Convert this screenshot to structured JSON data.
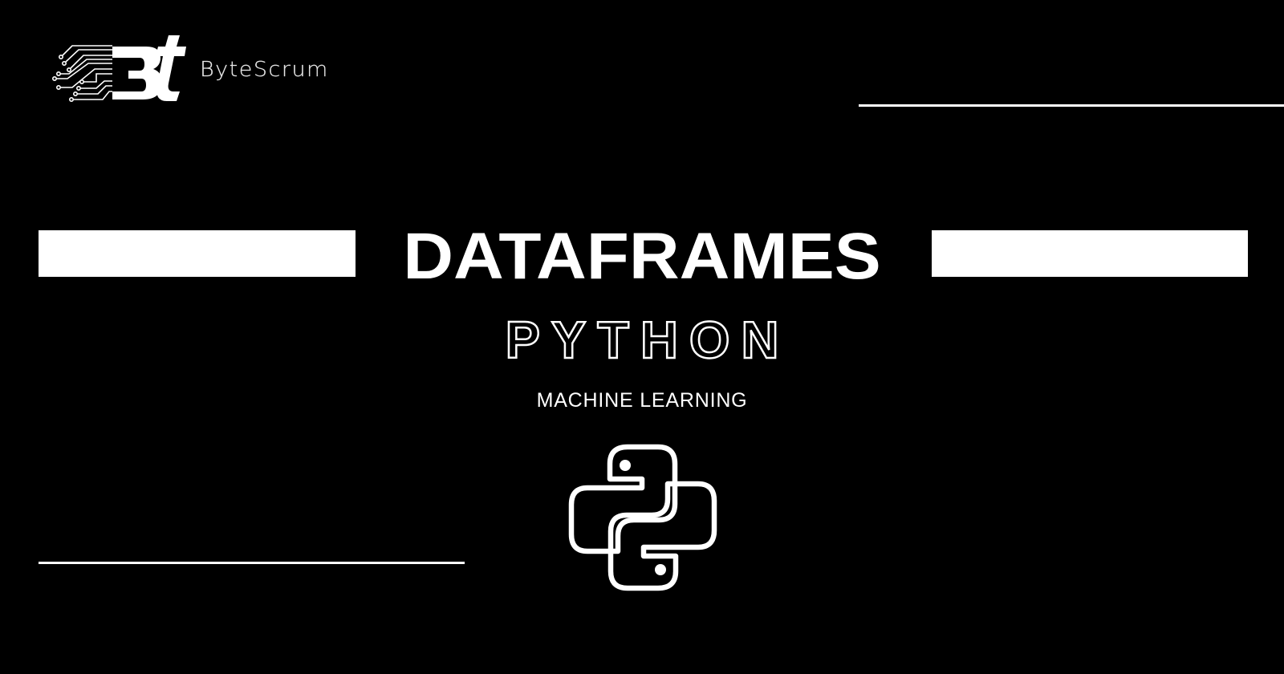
{
  "brand": {
    "name": "ByteScrum",
    "mark_text": "Bt",
    "icon": "bytescrum-circuit-logo-icon"
  },
  "hero": {
    "title": "DATAFRAMES",
    "subtitle": "PYTHON",
    "tagline": "MACHINE LEARNING",
    "icon": "python-logo-icon"
  },
  "colors": {
    "background": "#000000",
    "foreground": "#ffffff",
    "brand_text": "#e6e6e6"
  }
}
